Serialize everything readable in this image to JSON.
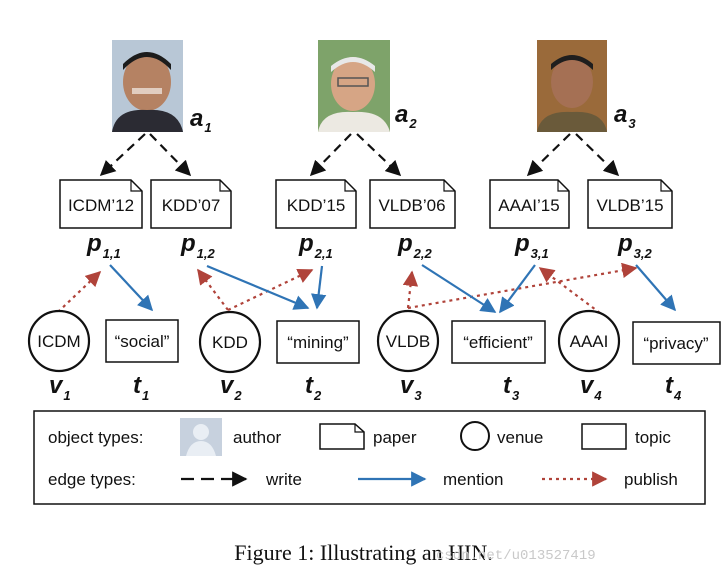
{
  "authors": [
    {
      "letter": "a",
      "sub": "1"
    },
    {
      "letter": "a",
      "sub": "2"
    },
    {
      "letter": "a",
      "sub": "3"
    }
  ],
  "papers": [
    {
      "label": "ICDM’12",
      "letter": "p",
      "sub": "1,1"
    },
    {
      "label": "KDD’07",
      "letter": "p",
      "sub": "1,2"
    },
    {
      "label": "KDD’15",
      "letter": "p",
      "sub": "2,1"
    },
    {
      "label": "VLDB’06",
      "letter": "p",
      "sub": "2,2"
    },
    {
      "label": "AAAI’15",
      "letter": "p",
      "sub": "3,1"
    },
    {
      "label": "VLDB’15",
      "letter": "p",
      "sub": "3,2"
    }
  ],
  "venues": [
    {
      "label": "ICDM",
      "letter": "v",
      "sub": "1"
    },
    {
      "label": "KDD",
      "letter": "v",
      "sub": "2"
    },
    {
      "label": "VLDB",
      "letter": "v",
      "sub": "3"
    },
    {
      "label": "AAAI",
      "letter": "v",
      "sub": "4"
    }
  ],
  "topics": [
    {
      "label": "“social”",
      "letter": "t",
      "sub": "1"
    },
    {
      "label": "“mining”",
      "letter": "t",
      "sub": "2"
    },
    {
      "label": "“efficient”",
      "letter": "t",
      "sub": "3"
    },
    {
      "label": "“privacy”",
      "letter": "t",
      "sub": "4"
    }
  ],
  "legend": {
    "object_types_label": "object types:",
    "author": "author",
    "paper": "paper",
    "venue": "venue",
    "topic": "topic",
    "edge_types_label": "edge types:",
    "write": "write",
    "mention": "mention",
    "publish": "publish"
  },
  "caption": "Figure 1: Illustrating an HIN.",
  "watermark": "csdn.net/u013527419",
  "colors": {
    "write": "#111111",
    "mention": "#2f74b5",
    "publish": "#b0433a"
  }
}
